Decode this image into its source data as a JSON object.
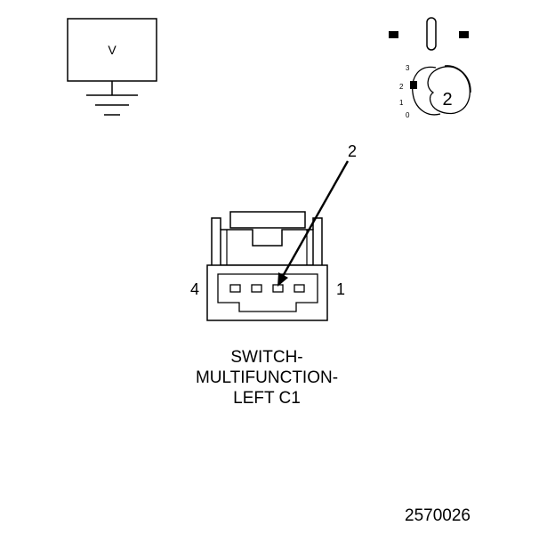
{
  "voltmeter": {
    "symbol": "V"
  },
  "key_position": {
    "scale_labels": [
      "3",
      "2",
      "1",
      "0"
    ],
    "callout": "2"
  },
  "connector": {
    "callout": "2",
    "pin_left": "4",
    "pin_right": "1"
  },
  "caption": {
    "lines": [
      "SWITCH-",
      "MULTIFUNCTION-",
      "LEFT C1"
    ]
  },
  "figure_number": "2570026"
}
